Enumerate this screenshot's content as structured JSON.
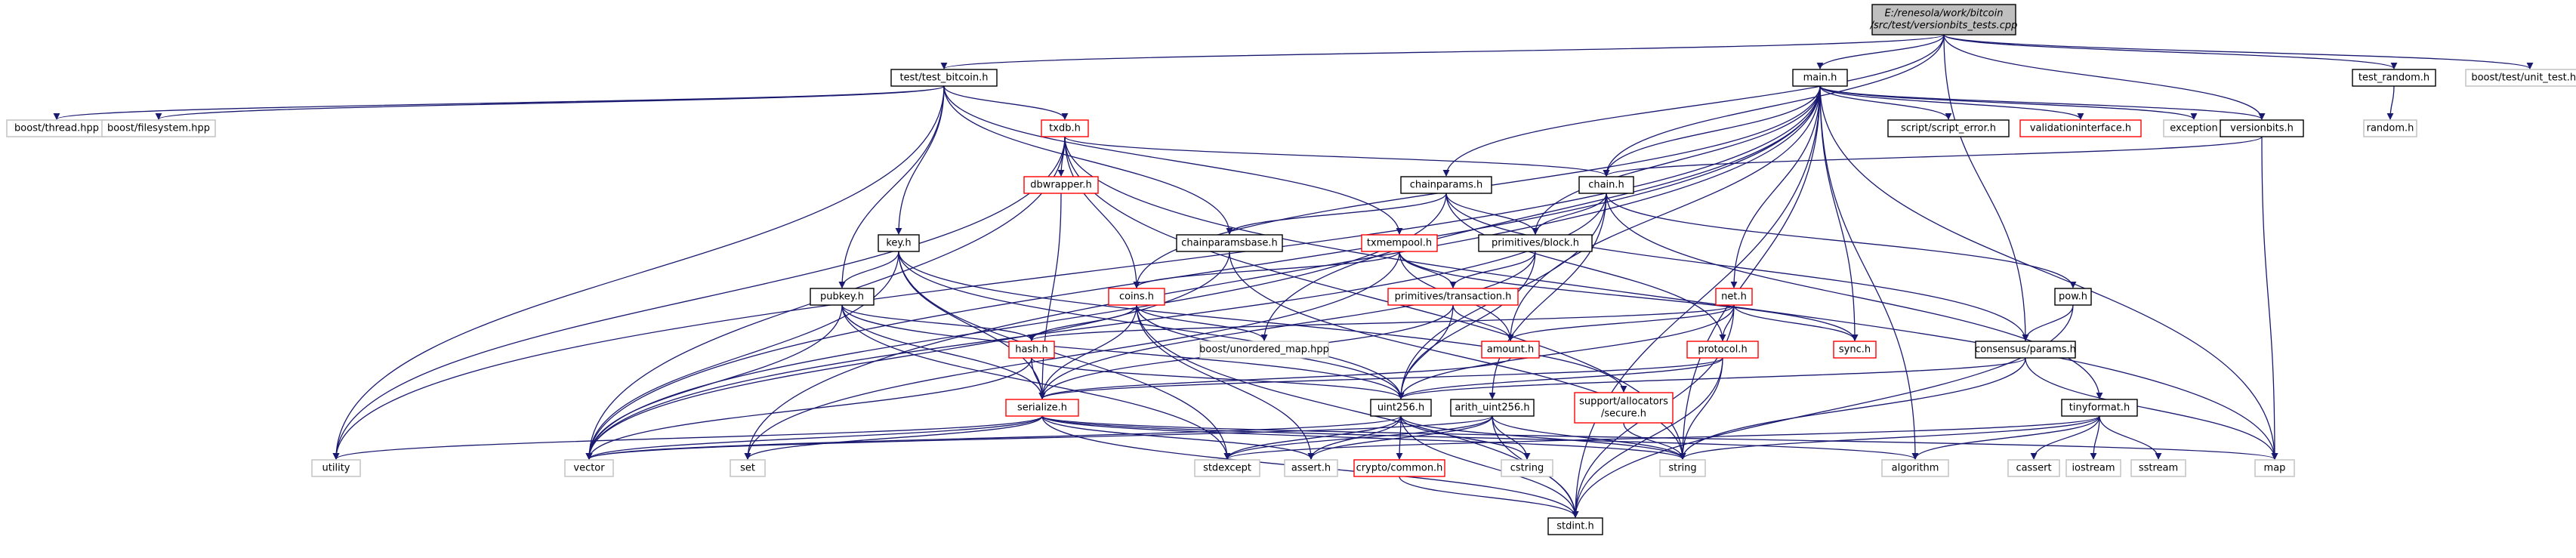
{
  "nodes": [
    {
      "id": "root",
      "lines": [
        "E:/renesola/work/bitcoin",
        "/src/test/versionbits_tests.cpp"
      ],
      "style": "root",
      "link": false
    },
    {
      "id": "test_bitcoin",
      "lines": [
        "test/test_bitcoin.h"
      ],
      "style": "normal",
      "link": true
    },
    {
      "id": "main",
      "lines": [
        "main.h"
      ],
      "style": "normal",
      "link": true
    },
    {
      "id": "test_random",
      "lines": [
        "test_random.h"
      ],
      "style": "normal",
      "link": true
    },
    {
      "id": "unit_test",
      "lines": [
        "boost/test/unit_test.hpp"
      ],
      "style": "ext",
      "link": false
    },
    {
      "id": "random",
      "lines": [
        "random.h"
      ],
      "style": "ext",
      "link": false
    },
    {
      "id": "boost_thread",
      "lines": [
        "boost/thread.hpp"
      ],
      "style": "ext",
      "link": false
    },
    {
      "id": "boost_fs",
      "lines": [
        "boost/filesystem.hpp"
      ],
      "style": "ext",
      "link": false
    },
    {
      "id": "txdb",
      "lines": [
        "txdb.h"
      ],
      "style": "red",
      "link": true
    },
    {
      "id": "script_error",
      "lines": [
        "script/script_error.h"
      ],
      "style": "normal",
      "link": true
    },
    {
      "id": "validationinterface",
      "lines": [
        "validationinterface.h"
      ],
      "style": "red",
      "link": true
    },
    {
      "id": "exception",
      "lines": [
        "exception"
      ],
      "style": "ext",
      "link": false
    },
    {
      "id": "versionbits",
      "lines": [
        "versionbits.h"
      ],
      "style": "normal",
      "link": true
    },
    {
      "id": "dbwrapper",
      "lines": [
        "dbwrapper.h"
      ],
      "style": "red",
      "link": true
    },
    {
      "id": "chain",
      "lines": [
        "chain.h"
      ],
      "style": "normal",
      "link": true
    },
    {
      "id": "chainparams",
      "lines": [
        "chainparams.h"
      ],
      "style": "normal",
      "link": true
    },
    {
      "id": "chainparamsbase",
      "lines": [
        "chainparamsbase.h"
      ],
      "style": "normal",
      "link": true
    },
    {
      "id": "txmempool",
      "lines": [
        "txmempool.h"
      ],
      "style": "red",
      "link": true
    },
    {
      "id": "primitives_block",
      "lines": [
        "primitives/block.h"
      ],
      "style": "normal",
      "link": true
    },
    {
      "id": "key",
      "lines": [
        "key.h"
      ],
      "style": "normal",
      "link": true
    },
    {
      "id": "pubkey",
      "lines": [
        "pubkey.h"
      ],
      "style": "normal",
      "link": true
    },
    {
      "id": "coins",
      "lines": [
        "coins.h"
      ],
      "style": "red",
      "link": true
    },
    {
      "id": "primitives_tx",
      "lines": [
        "primitives/transaction.h"
      ],
      "style": "red",
      "link": true
    },
    {
      "id": "net",
      "lines": [
        "net.h"
      ],
      "style": "red",
      "link": true
    },
    {
      "id": "pow",
      "lines": [
        "pow.h"
      ],
      "style": "normal",
      "link": true
    },
    {
      "id": "hash",
      "lines": [
        "hash.h"
      ],
      "style": "red",
      "link": true
    },
    {
      "id": "boost_umap",
      "lines": [
        "boost/unordered_map.hpp"
      ],
      "style": "ext",
      "link": false
    },
    {
      "id": "amount",
      "lines": [
        "amount.h"
      ],
      "style": "red",
      "link": true
    },
    {
      "id": "sync",
      "lines": [
        "sync.h"
      ],
      "style": "red",
      "link": true
    },
    {
      "id": "protocol",
      "lines": [
        "protocol.h"
      ],
      "style": "red",
      "link": true
    },
    {
      "id": "consensus_params",
      "lines": [
        "consensus/params.h"
      ],
      "style": "normal",
      "link": true
    },
    {
      "id": "serialize",
      "lines": [
        "serialize.h"
      ],
      "style": "red",
      "link": true
    },
    {
      "id": "uint256",
      "lines": [
        "uint256.h"
      ],
      "style": "normal",
      "link": true
    },
    {
      "id": "arith_uint256",
      "lines": [
        "arith_uint256.h"
      ],
      "style": "normal",
      "link": true
    },
    {
      "id": "secure",
      "lines": [
        "support/allocators",
        "/secure.h"
      ],
      "style": "red",
      "link": true
    },
    {
      "id": "tinyformat",
      "lines": [
        "tinyformat.h"
      ],
      "style": "normal",
      "link": true
    },
    {
      "id": "utility",
      "lines": [
        "utility"
      ],
      "style": "ext",
      "link": false
    },
    {
      "id": "vector",
      "lines": [
        "vector"
      ],
      "style": "ext",
      "link": false
    },
    {
      "id": "set",
      "lines": [
        "set"
      ],
      "style": "ext",
      "link": false
    },
    {
      "id": "stdexcept",
      "lines": [
        "stdexcept"
      ],
      "style": "ext",
      "link": false
    },
    {
      "id": "assert",
      "lines": [
        "assert.h"
      ],
      "style": "ext",
      "link": false
    },
    {
      "id": "crypto_common",
      "lines": [
        "crypto/common.h"
      ],
      "style": "red",
      "link": true
    },
    {
      "id": "cstring",
      "lines": [
        "cstring"
      ],
      "style": "ext",
      "link": false
    },
    {
      "id": "string",
      "lines": [
        "string"
      ],
      "style": "ext",
      "link": false
    },
    {
      "id": "algorithm",
      "lines": [
        "algorithm"
      ],
      "style": "ext",
      "link": false
    },
    {
      "id": "cassert",
      "lines": [
        "cassert"
      ],
      "style": "ext",
      "link": false
    },
    {
      "id": "iostream",
      "lines": [
        "iostream"
      ],
      "style": "ext",
      "link": false
    },
    {
      "id": "sstream",
      "lines": [
        "sstream"
      ],
      "style": "ext",
      "link": false
    },
    {
      "id": "map",
      "lines": [
        "map"
      ],
      "style": "ext",
      "link": false
    },
    {
      "id": "stdint",
      "lines": [
        "stdint.h"
      ],
      "style": "normal",
      "link": false
    }
  ],
  "edges": [
    [
      "root",
      "test_bitcoin"
    ],
    [
      "root",
      "main"
    ],
    [
      "root",
      "test_random"
    ],
    [
      "root",
      "unit_test"
    ],
    [
      "root",
      "chain"
    ],
    [
      "root",
      "chainparams"
    ],
    [
      "root",
      "versionbits"
    ],
    [
      "root",
      "consensus_params"
    ],
    [
      "test_bitcoin",
      "boost_thread"
    ],
    [
      "test_bitcoin",
      "boost_fs"
    ],
    [
      "test_bitcoin",
      "txdb"
    ],
    [
      "test_bitcoin",
      "chainparamsbase"
    ],
    [
      "test_bitcoin",
      "txmempool"
    ],
    [
      "test_bitcoin",
      "key"
    ],
    [
      "test_bitcoin",
      "pubkey"
    ],
    [
      "test_bitcoin",
      "utility"
    ],
    [
      "test_random",
      "random"
    ],
    [
      "main",
      "script_error"
    ],
    [
      "main",
      "validationinterface"
    ],
    [
      "main",
      "exception"
    ],
    [
      "main",
      "versionbits"
    ],
    [
      "main",
      "chain"
    ],
    [
      "main",
      "coins"
    ],
    [
      "main",
      "net"
    ],
    [
      "main",
      "sync"
    ],
    [
      "main",
      "amount"
    ],
    [
      "main",
      "primitives_block"
    ],
    [
      "main",
      "stdint"
    ],
    [
      "main",
      "map"
    ],
    [
      "main",
      "set"
    ],
    [
      "main",
      "vector"
    ],
    [
      "main",
      "utility"
    ],
    [
      "main",
      "algorithm"
    ],
    [
      "main",
      "string"
    ],
    [
      "main",
      "boost_umap"
    ],
    [
      "txdb",
      "dbwrapper"
    ],
    [
      "txdb",
      "chain"
    ],
    [
      "txdb",
      "coins"
    ],
    [
      "txdb",
      "map"
    ],
    [
      "txdb",
      "string"
    ],
    [
      "txdb",
      "utility"
    ],
    [
      "txdb",
      "vector"
    ],
    [
      "dbwrapper",
      "serialize"
    ],
    [
      "versionbits",
      "chain"
    ],
    [
      "versionbits",
      "map"
    ],
    [
      "chain",
      "primitives_block"
    ],
    [
      "chain",
      "pow"
    ],
    [
      "chain",
      "tinyformat"
    ],
    [
      "chain",
      "uint256"
    ],
    [
      "chain",
      "arith_uint256"
    ],
    [
      "chain",
      "vector"
    ],
    [
      "chainparams",
      "chainparamsbase"
    ],
    [
      "chainparams",
      "consensus_params"
    ],
    [
      "chainparams",
      "primitives_block"
    ],
    [
      "chainparams",
      "protocol"
    ],
    [
      "chainparams",
      "vector"
    ],
    [
      "chainparamsbase",
      "string"
    ],
    [
      "chainparamsbase",
      "vector"
    ],
    [
      "txmempool",
      "coins"
    ],
    [
      "txmempool",
      "amount"
    ],
    [
      "txmempool",
      "primitives_tx"
    ],
    [
      "txmempool",
      "sync"
    ],
    [
      "txmempool",
      "set"
    ],
    [
      "primitives_block",
      "primitives_tx"
    ],
    [
      "primitives_block",
      "serialize"
    ],
    [
      "primitives_block",
      "uint256"
    ],
    [
      "key",
      "pubkey"
    ],
    [
      "key",
      "serialize"
    ],
    [
      "key",
      "secure"
    ],
    [
      "key",
      "uint256"
    ],
    [
      "key",
      "stdexcept"
    ],
    [
      "key",
      "vector"
    ],
    [
      "pubkey",
      "hash"
    ],
    [
      "pubkey",
      "serialize"
    ],
    [
      "pubkey",
      "uint256"
    ],
    [
      "pubkey",
      "stdexcept"
    ],
    [
      "pubkey",
      "vector"
    ],
    [
      "coins",
      "hash"
    ],
    [
      "coins",
      "serialize"
    ],
    [
      "coins",
      "uint256"
    ],
    [
      "coins",
      "boost_umap"
    ],
    [
      "coins",
      "assert"
    ],
    [
      "coins",
      "stdint"
    ],
    [
      "primitives_tx",
      "amount"
    ],
    [
      "primitives_tx",
      "serialize"
    ],
    [
      "primitives_tx",
      "uint256"
    ],
    [
      "net",
      "amount"
    ],
    [
      "net",
      "hash"
    ],
    [
      "net",
      "protocol"
    ],
    [
      "net",
      "sync"
    ],
    [
      "net",
      "uint256"
    ],
    [
      "net",
      "stdint"
    ],
    [
      "pow",
      "consensus_params"
    ],
    [
      "pow",
      "stdint"
    ],
    [
      "hash",
      "serialize"
    ],
    [
      "hash",
      "uint256"
    ],
    [
      "hash",
      "vector"
    ],
    [
      "amount",
      "serialize"
    ],
    [
      "amount",
      "stdlib_none"
    ],
    [
      "protocol",
      "serialize"
    ],
    [
      "protocol",
      "uint256"
    ],
    [
      "protocol",
      "string"
    ],
    [
      "protocol",
      "stdint"
    ],
    [
      "consensus_params",
      "uint256"
    ],
    [
      "consensus_params",
      "map"
    ],
    [
      "consensus_params",
      "string"
    ],
    [
      "serialize",
      "algorithm"
    ],
    [
      "serialize",
      "assert"
    ],
    [
      "serialize",
      "map"
    ],
    [
      "serialize",
      "set"
    ],
    [
      "serialize",
      "stdint"
    ],
    [
      "serialize",
      "string"
    ],
    [
      "serialize",
      "utility"
    ],
    [
      "serialize",
      "vector"
    ],
    [
      "uint256",
      "crypto_common"
    ],
    [
      "uint256",
      "assert"
    ],
    [
      "uint256",
      "cstring"
    ],
    [
      "uint256",
      "stdexcept"
    ],
    [
      "uint256",
      "stdint"
    ],
    [
      "uint256",
      "string"
    ],
    [
      "uint256",
      "vector"
    ],
    [
      "arith_uint256",
      "assert"
    ],
    [
      "arith_uint256",
      "cstring"
    ],
    [
      "arith_uint256",
      "stdexcept"
    ],
    [
      "arith_uint256",
      "stdint"
    ],
    [
      "arith_uint256",
      "string"
    ],
    [
      "arith_uint256",
      "vector"
    ],
    [
      "secure",
      "string"
    ],
    [
      "crypto_common",
      "stdint"
    ],
    [
      "tinyformat",
      "algorithm"
    ],
    [
      "tinyformat",
      "cassert"
    ],
    [
      "tinyformat",
      "iostream"
    ],
    [
      "tinyformat",
      "sstream"
    ],
    [
      "tinyformat",
      "string"
    ],
    [
      "tinyformat",
      "stdexcept"
    ]
  ],
  "colors": {
    "edge": "#191970",
    "root_fill": "#bfbfbf",
    "normal_border": "#000000",
    "red_border": "#ff0000",
    "ext_border": "#bfbfbf",
    "text": "#000000"
  }
}
